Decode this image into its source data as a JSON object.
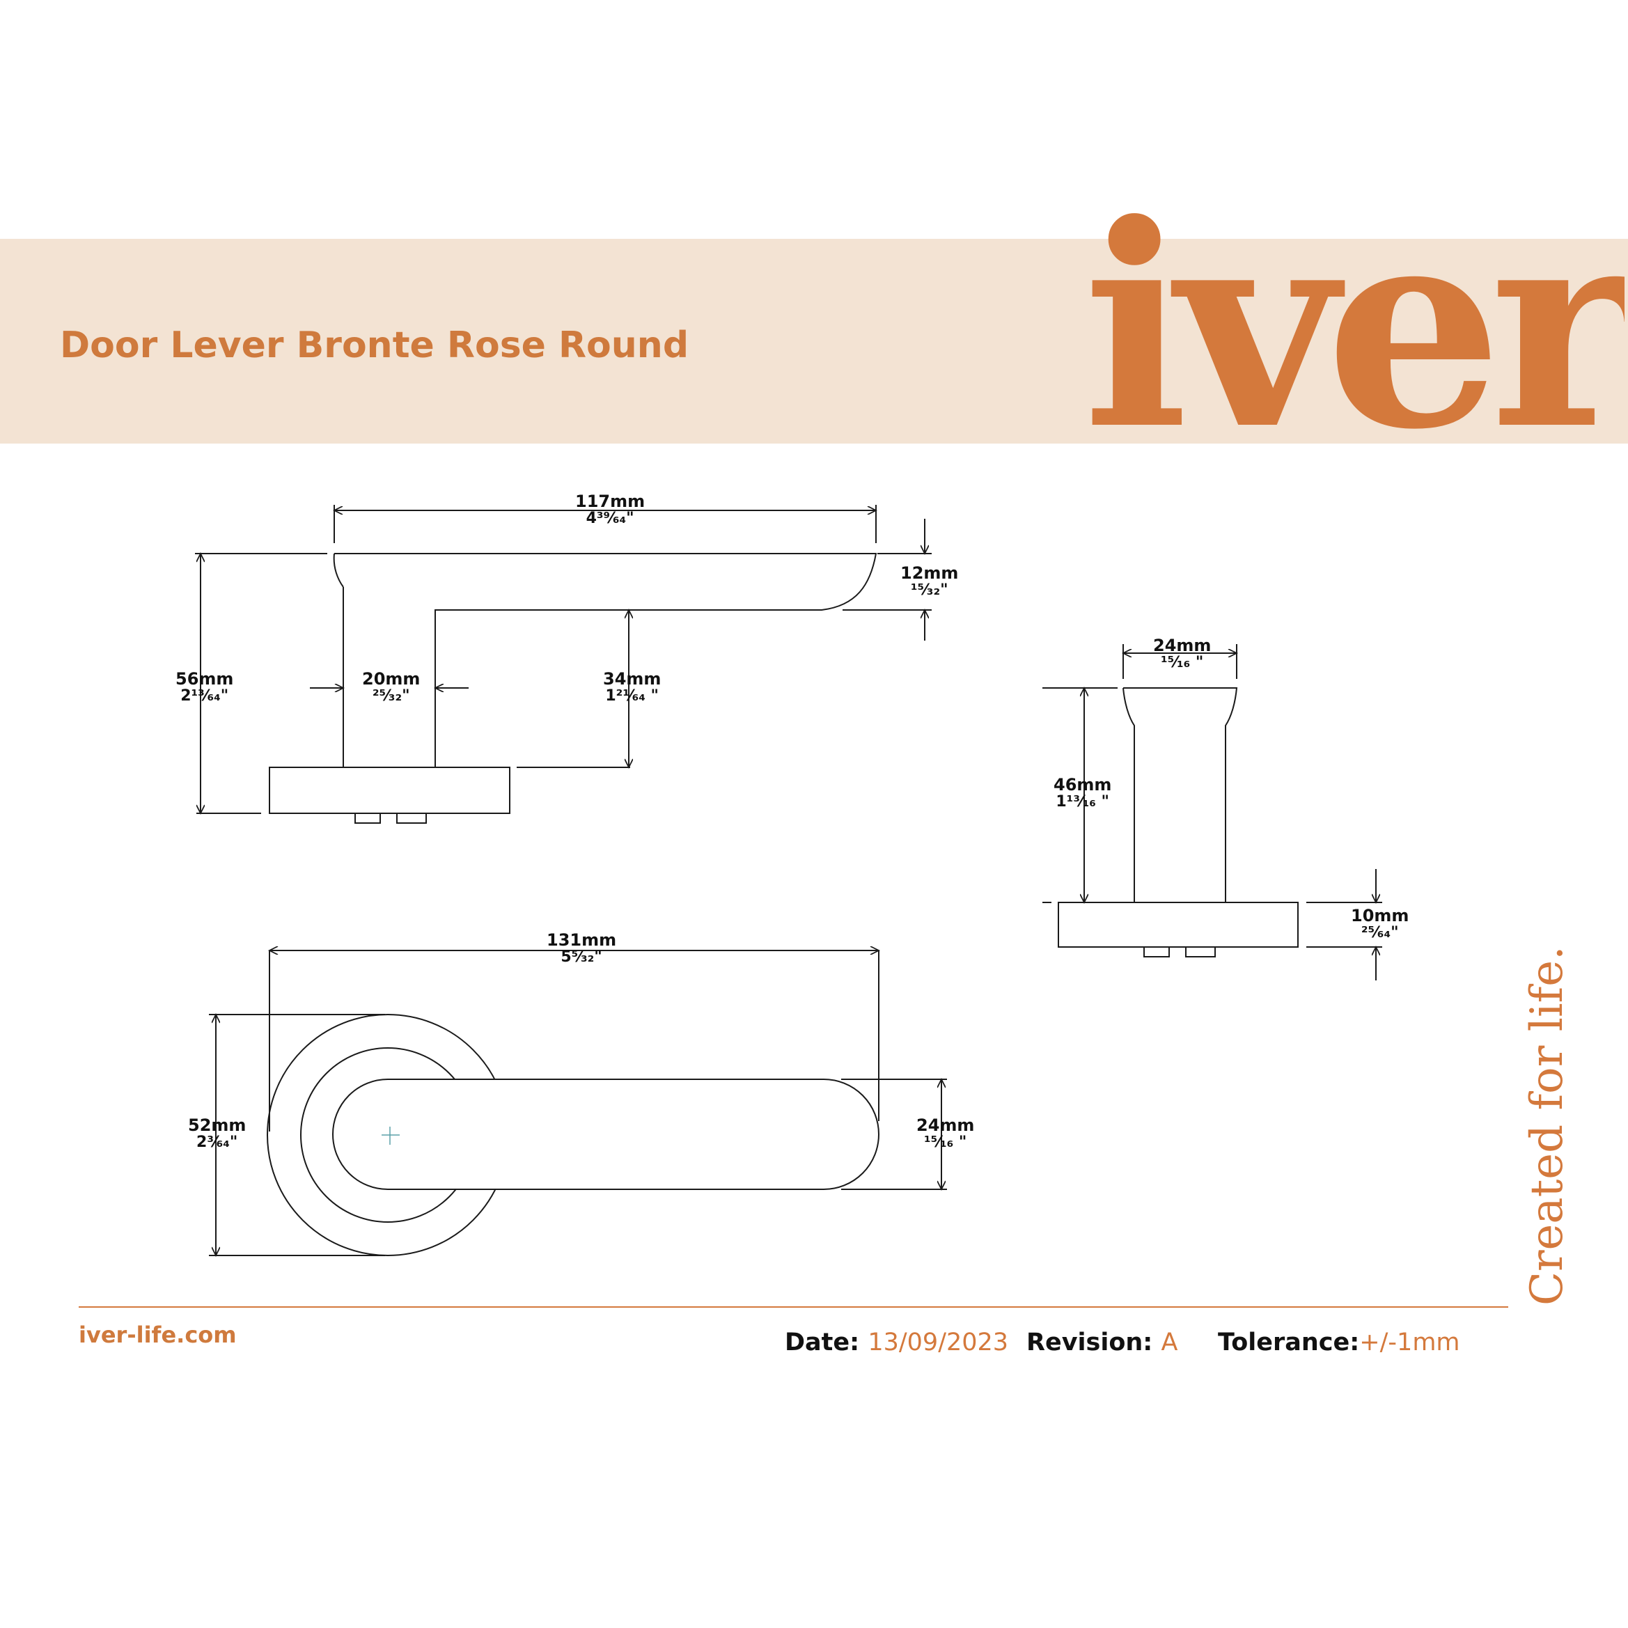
{
  "header": {
    "title": "Door Lever Bronte Rose Round",
    "brand_logo": "iver",
    "tagline": "Created for life."
  },
  "footer": {
    "website": "iver-life.com",
    "date_label": "Date:",
    "date_value": "13/09/2023",
    "revision_label": "Revision:",
    "revision_value": "A",
    "tolerance_label": "Tolerance:",
    "tolerance_value": "+/-1mm"
  },
  "dimensions": {
    "side_length": {
      "mm": "117mm",
      "inch": "4³⁹⁄₆₄\""
    },
    "side_lever_thickness": {
      "mm": "12mm",
      "inch": "¹⁵⁄₃₂\""
    },
    "side_height": {
      "mm": "56mm",
      "inch": "2¹³⁄₆₄\""
    },
    "side_neck_width": {
      "mm": "20mm",
      "inch": "²⁵⁄₃₂\""
    },
    "side_clearance": {
      "mm": "34mm",
      "inch": "1²¹⁄₆₄ \""
    },
    "end_width": {
      "mm": "24mm",
      "inch": "¹⁵⁄₁₆ \""
    },
    "end_height": {
      "mm": "46mm",
      "inch": "1¹³⁄₁₆ \""
    },
    "end_rose_thickness": {
      "mm": "10mm",
      "inch": "²⁵⁄₆₄\""
    },
    "top_length": {
      "mm": "131mm",
      "inch": "5⁵⁄₃₂\""
    },
    "top_rose_diameter": {
      "mm": "52mm",
      "inch": "2³⁄₆₄\""
    },
    "top_lever_width": {
      "mm": "24mm",
      "inch": "¹⁵⁄₁₆ \""
    }
  },
  "colors": {
    "brand": "#d4793c",
    "band": "#f3e3d3",
    "line": "#1a1a1a"
  }
}
